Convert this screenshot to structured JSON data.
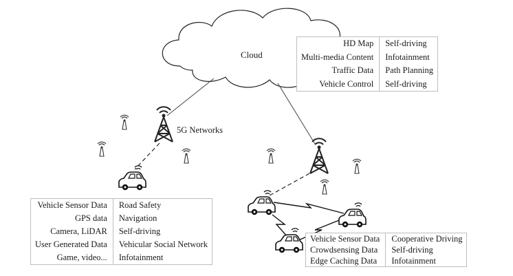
{
  "cloud": {
    "label": "Cloud"
  },
  "network": {
    "label": "5G Networks"
  },
  "cloud_table": {
    "rows": [
      {
        "data": "HD Map",
        "use": "Self-driving"
      },
      {
        "data": "Multi-media Content",
        "use": "Infotainment"
      },
      {
        "data": "Traffic Data",
        "use": "Path Planning"
      },
      {
        "data": "Vehicle Control",
        "use": "Self-driving"
      }
    ]
  },
  "vehicle_table": {
    "rows": [
      {
        "data": "Vehicle Sensor Data",
        "use": "Road Safety"
      },
      {
        "data": "GPS data",
        "use": "Navigation"
      },
      {
        "data": "Camera, LiDAR",
        "use": "Self-driving"
      },
      {
        "data": "User Generated Data",
        "use": "Vehicular Social Network"
      },
      {
        "data": "Game, video...",
        "use": "Infotainment"
      }
    ]
  },
  "edge_table": {
    "rows": [
      {
        "data": "Vehicle Sensor Data",
        "use": "Cooperative Driving"
      },
      {
        "data": "Crowdsensing Data",
        "use": "Self-driving"
      },
      {
        "data": "Edge Caching Data",
        "use": "Infotainment"
      }
    ]
  }
}
